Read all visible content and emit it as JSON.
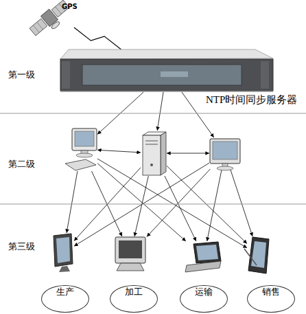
{
  "diagram": {
    "nodes": [
      {
        "text": [
          "GPS"
        ]
      },
      {
        "text": [
          "NTP时间同步服务器"
        ]
      },
      {
        "text": []
      },
      {
        "text": []
      },
      {
        "text": []
      },
      {
        "text": [
          "生产"
        ]
      },
      {
        "text": [
          "加工"
        ]
      },
      {
        "text": [
          "运输"
        ]
      },
      {
        "text": [
          "销售"
        ]
      }
    ],
    "edges": [
      {
        "from": 0,
        "to": 1,
        "arrow": "none"
      },
      {
        "from": 1,
        "to": 2,
        "arrow": "to"
      },
      {
        "from": 1,
        "to": 3,
        "arrow": "to"
      },
      {
        "from": 1,
        "to": 4,
        "arrow": "to"
      },
      {
        "from": 2,
        "to": 3,
        "arrow": "both"
      },
      {
        "from": 3,
        "to": 4,
        "arrow": "both"
      },
      {
        "from": 2,
        "to": 5,
        "arrow": "to"
      },
      {
        "from": 2,
        "to": 6,
        "arrow": "to"
      },
      {
        "from": 2,
        "to": 7,
        "arrow": "to"
      },
      {
        "from": 2,
        "to": 8,
        "arrow": "to"
      },
      {
        "from": 3,
        "to": 5,
        "arrow": "to"
      },
      {
        "from": 3,
        "to": 6,
        "arrow": "to"
      },
      {
        "from": 3,
        "to": 7,
        "arrow": "to"
      },
      {
        "from": 3,
        "to": 8,
        "arrow": "to"
      },
      {
        "from": 4,
        "to": 5,
        "arrow": "to"
      },
      {
        "from": 4,
        "to": 6,
        "arrow": "to"
      },
      {
        "from": 4,
        "to": 7,
        "arrow": "to"
      },
      {
        "from": 4,
        "to": 8,
        "arrow": "to"
      }
    ],
    "labels": [
      "第一级",
      "第二级",
      "第三级"
    ]
  }
}
